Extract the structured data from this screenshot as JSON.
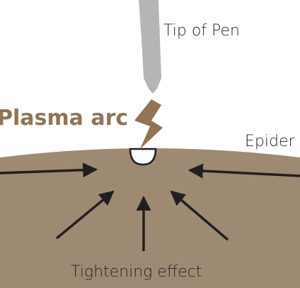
{
  "labels": {
    "pen_tip": "Tip of Pen",
    "plasma_arc": "Plasma arc",
    "epidermis": "Epider",
    "tightening": "Tightening effect"
  },
  "icons": {
    "arc": "lightning-bolt-icon",
    "pen": "pen-tip-icon",
    "arrows": "arrow-icon"
  },
  "colors": {
    "skin": "#9e8a73",
    "accent": "#8f7455",
    "pen": "#b5b5b5",
    "arrow": "#231f20",
    "text": "#231f20"
  }
}
